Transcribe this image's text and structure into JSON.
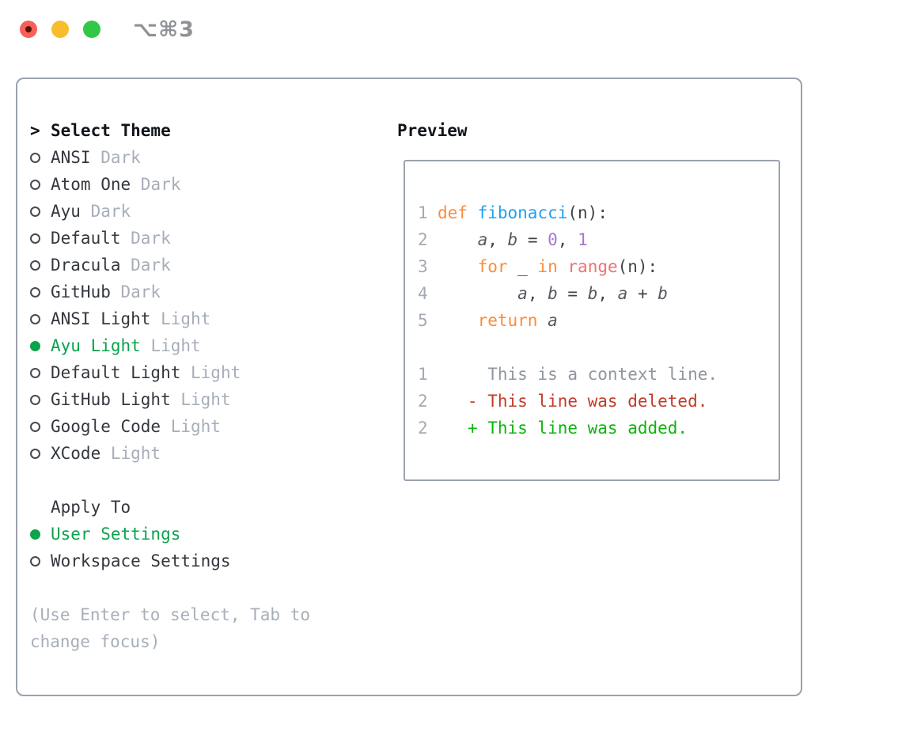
{
  "window": {
    "title": "⌥⌘3",
    "traffic_lights": [
      "close",
      "minimize",
      "zoom"
    ]
  },
  "sidebar": {
    "heading_prefix": ">",
    "heading": "Select Theme",
    "themes": [
      {
        "name": "ANSI",
        "variant": "Dark",
        "selected": false
      },
      {
        "name": "Atom One",
        "variant": "Dark",
        "selected": false
      },
      {
        "name": "Ayu",
        "variant": "Dark",
        "selected": false
      },
      {
        "name": "Default",
        "variant": "Dark",
        "selected": false
      },
      {
        "name": "Dracula",
        "variant": "Dark",
        "selected": false
      },
      {
        "name": "GitHub",
        "variant": "Dark",
        "selected": false
      },
      {
        "name": "ANSI Light",
        "variant": "Light",
        "selected": false
      },
      {
        "name": "Ayu Light",
        "variant": "Light",
        "selected": true
      },
      {
        "name": "Default Light",
        "variant": "Light",
        "selected": false
      },
      {
        "name": "GitHub Light",
        "variant": "Light",
        "selected": false
      },
      {
        "name": "Google Code",
        "variant": "Light",
        "selected": false
      },
      {
        "name": "XCode",
        "variant": "Light",
        "selected": false
      }
    ],
    "apply_heading": "Apply To",
    "apply_options": [
      {
        "label": "User Settings",
        "selected": true
      },
      {
        "label": "Workspace Settings",
        "selected": false
      }
    ],
    "hint_lines": [
      "(Use Enter to select, Tab to",
      "change focus)"
    ]
  },
  "preview": {
    "heading": "Preview",
    "lines": [
      {
        "num": "1",
        "segments": [
          {
            "style": "keyword",
            "text": "def"
          },
          {
            "style": "plain",
            "text": " "
          },
          {
            "style": "function",
            "text": "fibonacci"
          },
          {
            "style": "plain",
            "text": "(n):"
          }
        ]
      },
      {
        "num": "2",
        "segments": [
          {
            "style": "plain",
            "text": "    "
          },
          {
            "style": "variable",
            "text": "a"
          },
          {
            "style": "plain",
            "text": ", "
          },
          {
            "style": "variable",
            "text": "b"
          },
          {
            "style": "plain",
            "text": " = "
          },
          {
            "style": "number",
            "text": "0"
          },
          {
            "style": "plain",
            "text": ", "
          },
          {
            "style": "number",
            "text": "1"
          }
        ]
      },
      {
        "num": "3",
        "segments": [
          {
            "style": "plain",
            "text": "    "
          },
          {
            "style": "keyword",
            "text": "for"
          },
          {
            "style": "plain",
            "text": " _ "
          },
          {
            "style": "keyword",
            "text": "in"
          },
          {
            "style": "plain",
            "text": " "
          },
          {
            "style": "special",
            "text": "range"
          },
          {
            "style": "plain",
            "text": "(n):"
          }
        ]
      },
      {
        "num": "4",
        "segments": [
          {
            "style": "plain",
            "text": "        "
          },
          {
            "style": "variable",
            "text": "a"
          },
          {
            "style": "plain",
            "text": ", "
          },
          {
            "style": "variable",
            "text": "b"
          },
          {
            "style": "plain",
            "text": " = "
          },
          {
            "style": "variable",
            "text": "b"
          },
          {
            "style": "plain",
            "text": ", "
          },
          {
            "style": "variable",
            "text": "a"
          },
          {
            "style": "plain",
            "text": " + "
          },
          {
            "style": "variable",
            "text": "b"
          }
        ]
      },
      {
        "num": "5",
        "segments": [
          {
            "style": "plain",
            "text": "    "
          },
          {
            "style": "keyword",
            "text": "return"
          },
          {
            "style": "plain",
            "text": " "
          },
          {
            "style": "variable",
            "text": "a"
          }
        ]
      },
      {
        "num": "",
        "segments": []
      },
      {
        "num": "1",
        "segments": [
          {
            "style": "context",
            "text": "     This is a context line."
          }
        ]
      },
      {
        "num": "2",
        "segments": [
          {
            "style": "deleted",
            "text": "   - This line was deleted."
          }
        ]
      },
      {
        "num": "2",
        "segments": [
          {
            "style": "added",
            "text": "   + This line was added."
          }
        ]
      }
    ]
  },
  "colors": {
    "accent-green": "#0ba34d",
    "text-dark": "#33373d",
    "text-heading": "#101418",
    "text-muted": "#a7aeb9",
    "title-gray": "#8e9196",
    "panel-border": "#9aa2ac",
    "line-number": "#a3aab3",
    "code-plain": "#3f444b",
    "code-keyword": "#fa8d3e",
    "code-function": "#1f9ff2",
    "code-special": "#f07171",
    "code-number": "#a37acc",
    "code-variable": "#56595f",
    "diff-context": "#8f969f",
    "diff-deleted": "#c23a28",
    "diff-added": "#0bb40b",
    "traffic-red": "#f85f57",
    "traffic-red-dot": "#551008",
    "traffic-yellow": "#f8bd2d",
    "traffic-green": "#33c748"
  }
}
